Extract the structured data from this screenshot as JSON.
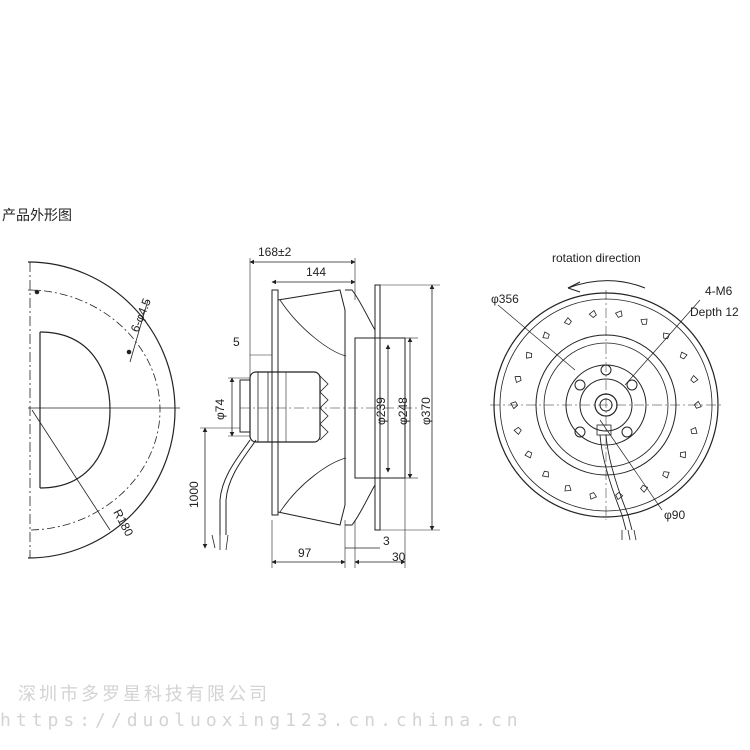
{
  "title": "产品外形图",
  "dims": {
    "hole_spec": "6-φ4.5",
    "radius": "R180",
    "overall_depth": "168±2",
    "depth_inner": "144",
    "flange_thk": "5",
    "hub_dia": "φ74",
    "cable_len": "1000",
    "dia_inlet": "φ239",
    "dia_mid": "φ248",
    "dia_outer": "φ370",
    "depth_97": "97",
    "depth_3": "3",
    "depth_30": "30",
    "rotation": "rotation direction",
    "dia_356": "φ356",
    "thread": "4-M6",
    "thread_depth": "Depth 12",
    "dia_90": "φ90"
  },
  "watermark": {
    "company": "深圳市多罗星科技有限公司",
    "url": "https://duoluoxing123.cn.china.cn"
  }
}
